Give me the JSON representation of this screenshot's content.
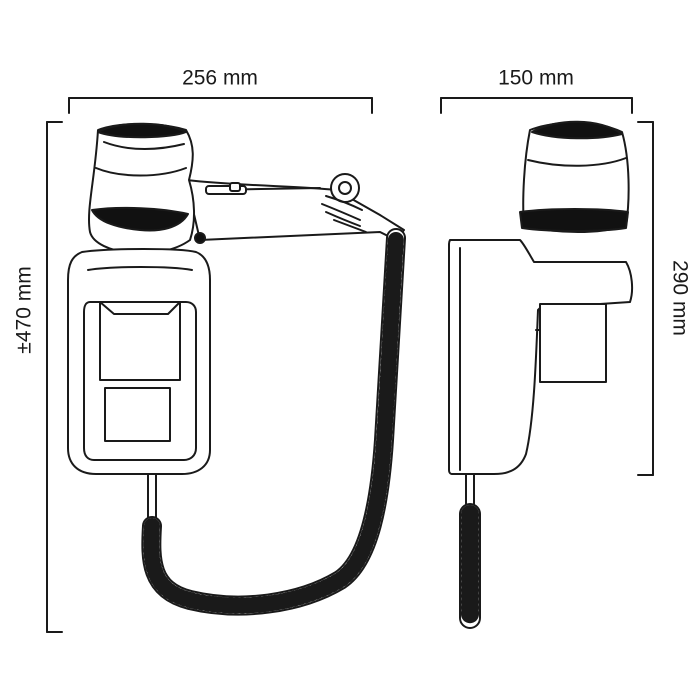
{
  "dimensions": {
    "width_front": "256 mm",
    "width_side": "150 mm",
    "height_total": "±470 mm",
    "height_side": "290 mm"
  },
  "colors": {
    "line": "#1a1a1a",
    "fill": "#ffffff",
    "accent": "#111111"
  }
}
